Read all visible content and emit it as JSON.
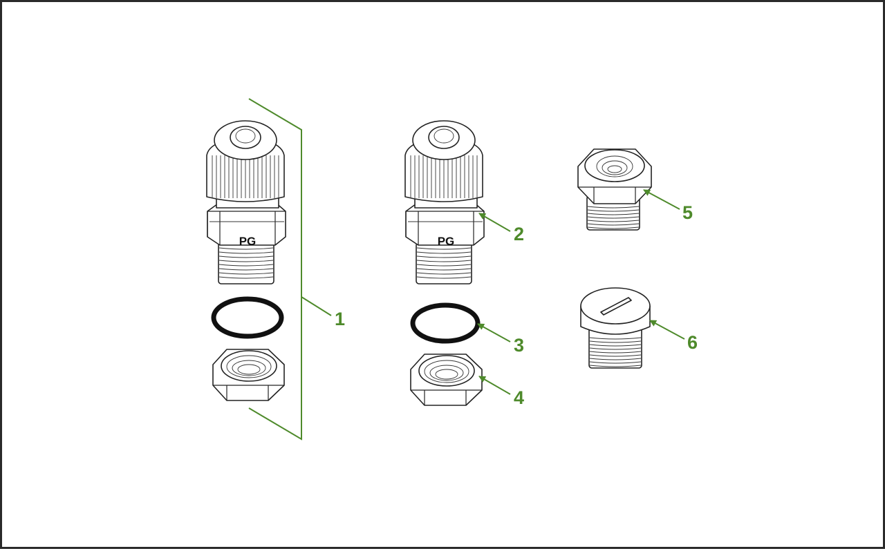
{
  "colors": {
    "callout": "#4e8a2b",
    "line": "#222222",
    "frame": "#2a2a2a"
  },
  "parts": [
    {
      "id": "1",
      "label": "1",
      "item": "complete-gland-set"
    },
    {
      "id": "2",
      "label": "2",
      "item": "cable-gland"
    },
    {
      "id": "3",
      "label": "3",
      "item": "o-ring"
    },
    {
      "id": "4",
      "label": "4",
      "item": "lock-nut"
    },
    {
      "id": "5",
      "label": "5",
      "item": "reducer"
    },
    {
      "id": "6",
      "label": "6",
      "item": "blanking-plug"
    }
  ],
  "gland_marking": "PG"
}
